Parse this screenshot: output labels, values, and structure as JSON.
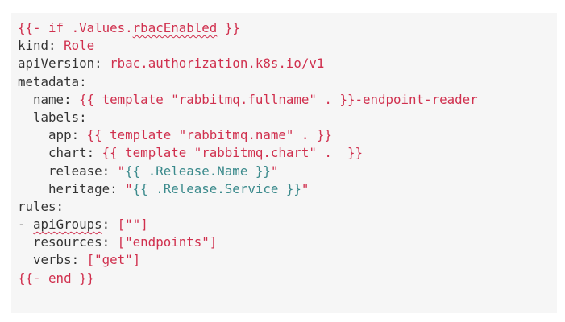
{
  "code": {
    "language": "yaml-helm-template",
    "colors": {
      "background": "#f6f6f6",
      "key": "#333333",
      "string": "#d0304e",
      "template": "#3b8a8c"
    },
    "lines": [
      {
        "tokens": [
          {
            "t": "{{- if .Values.",
            "c": "str"
          },
          {
            "t": "rbacEnabled",
            "c": "str",
            "spell": true
          },
          {
            "t": " }}",
            "c": "str"
          }
        ]
      },
      {
        "tokens": [
          {
            "t": "kind: ",
            "c": "key"
          },
          {
            "t": "Role",
            "c": "str"
          }
        ]
      },
      {
        "tokens": [
          {
            "t": "apiVersion: ",
            "c": "key"
          },
          {
            "t": "rbac.authorization.k8s.io/v1",
            "c": "str"
          }
        ]
      },
      {
        "tokens": [
          {
            "t": "metadata:",
            "c": "key"
          }
        ]
      },
      {
        "tokens": [
          {
            "t": "  name: ",
            "c": "key"
          },
          {
            "t": "{{ template \"rabbitmq.fullname\" . }}-endpoint-reader",
            "c": "str"
          }
        ]
      },
      {
        "tokens": [
          {
            "t": "  labels:",
            "c": "key"
          }
        ]
      },
      {
        "tokens": [
          {
            "t": "    app: ",
            "c": "key"
          },
          {
            "t": "{{ template \"rabbitmq.name\" . }}",
            "c": "str"
          }
        ]
      },
      {
        "tokens": [
          {
            "t": "    chart: ",
            "c": "key"
          },
          {
            "t": "{{ template \"rabbitmq.chart\" .  }}",
            "c": "str"
          }
        ]
      },
      {
        "tokens": [
          {
            "t": "    release: ",
            "c": "key"
          },
          {
            "t": "\"",
            "c": "str"
          },
          {
            "t": "{{ .Release.Name }}",
            "c": "tmpl"
          },
          {
            "t": "\"",
            "c": "str"
          }
        ]
      },
      {
        "tokens": [
          {
            "t": "    heritage: ",
            "c": "key"
          },
          {
            "t": "\"",
            "c": "str"
          },
          {
            "t": "{{ .Release.Service }}",
            "c": "tmpl"
          },
          {
            "t": "\"",
            "c": "str"
          }
        ]
      },
      {
        "tokens": [
          {
            "t": "rules:",
            "c": "key"
          }
        ]
      },
      {
        "tokens": [
          {
            "t": "- ",
            "c": "key"
          },
          {
            "t": "apiGroups",
            "c": "key",
            "spell": true
          },
          {
            "t": ": ",
            "c": "key"
          },
          {
            "t": "[\"\"]",
            "c": "str"
          }
        ]
      },
      {
        "tokens": [
          {
            "t": "  resources: ",
            "c": "key"
          },
          {
            "t": "[\"endpoints\"]",
            "c": "str"
          }
        ]
      },
      {
        "tokens": [
          {
            "t": "  verbs: ",
            "c": "key"
          },
          {
            "t": "[\"get\"]",
            "c": "str"
          }
        ]
      },
      {
        "tokens": [
          {
            "t": "{{- end }}",
            "c": "str"
          }
        ]
      }
    ]
  }
}
